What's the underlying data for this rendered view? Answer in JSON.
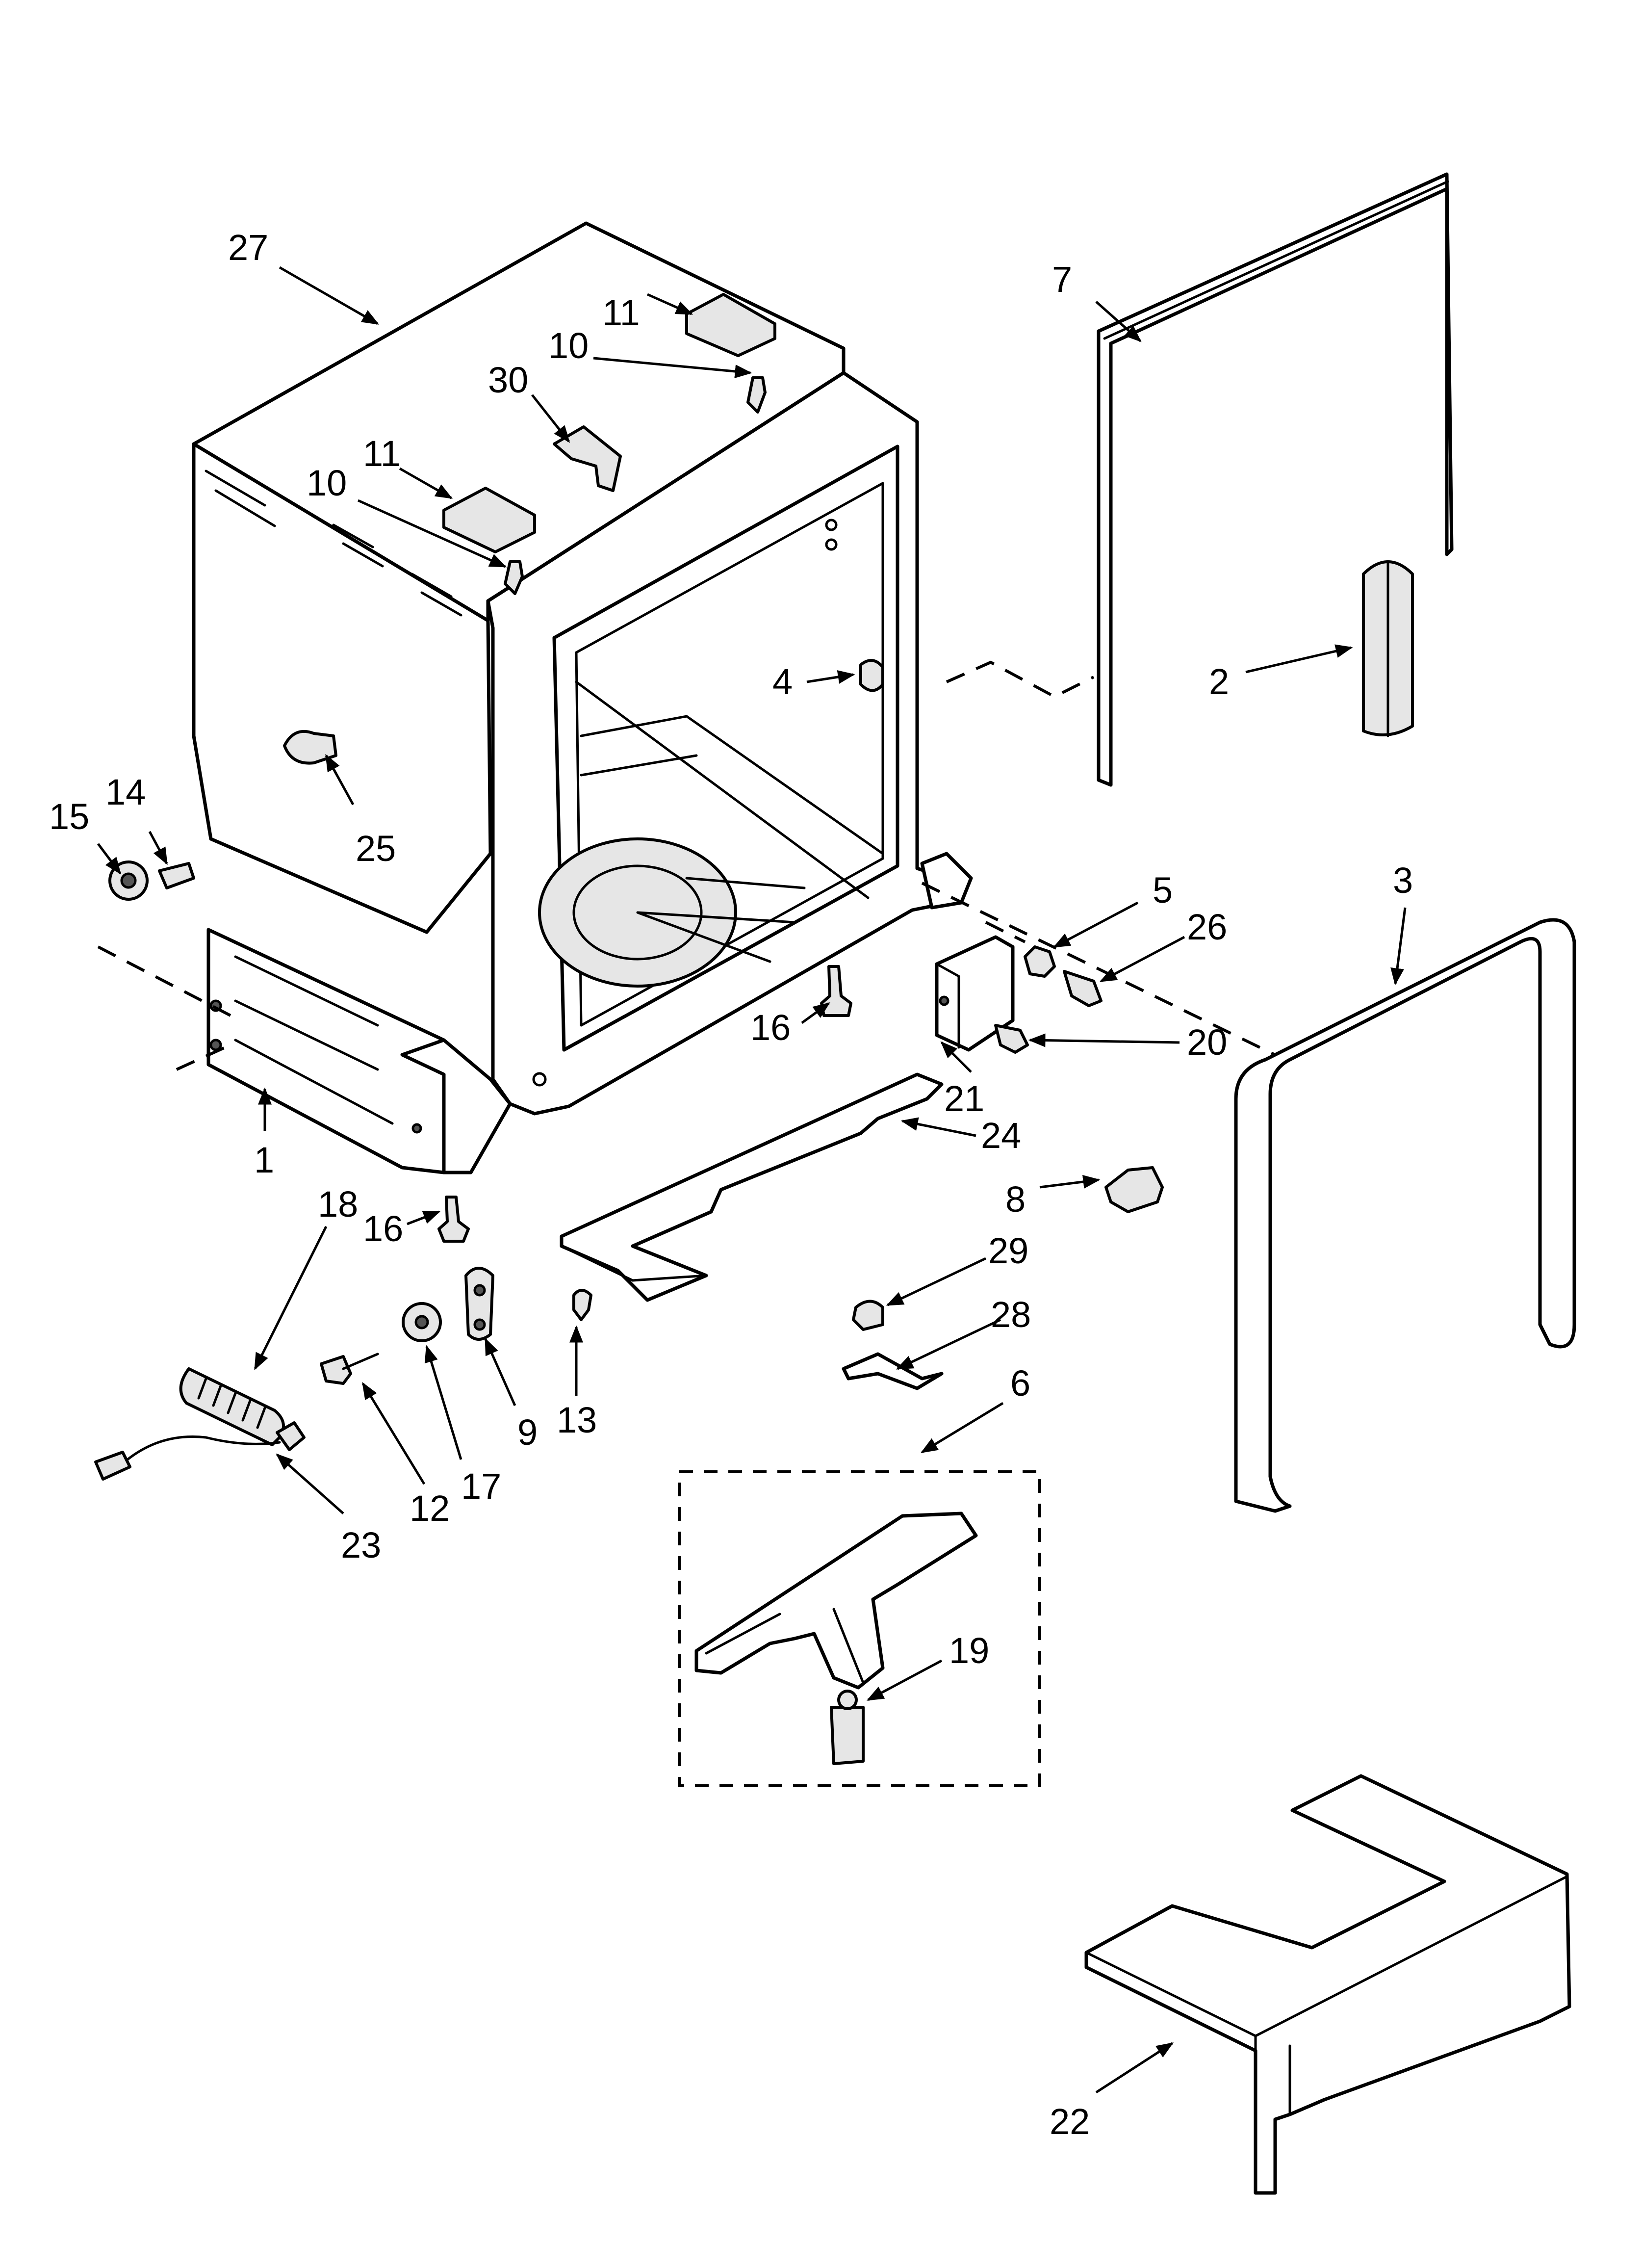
{
  "callouts": [
    "27",
    "11",
    "10",
    "30",
    "11",
    "10",
    "4",
    "25",
    "15",
    "14",
    "1",
    "16",
    "7",
    "2",
    "5",
    "26",
    "3",
    "20",
    "21",
    "24",
    "8",
    "18",
    "16",
    "29",
    "28",
    "13",
    "9",
    "17",
    "12",
    "23",
    "6",
    "19",
    "22"
  ],
  "colors": {
    "line": "#000000",
    "background": "#ffffff",
    "shade": "#e6e6e6"
  }
}
